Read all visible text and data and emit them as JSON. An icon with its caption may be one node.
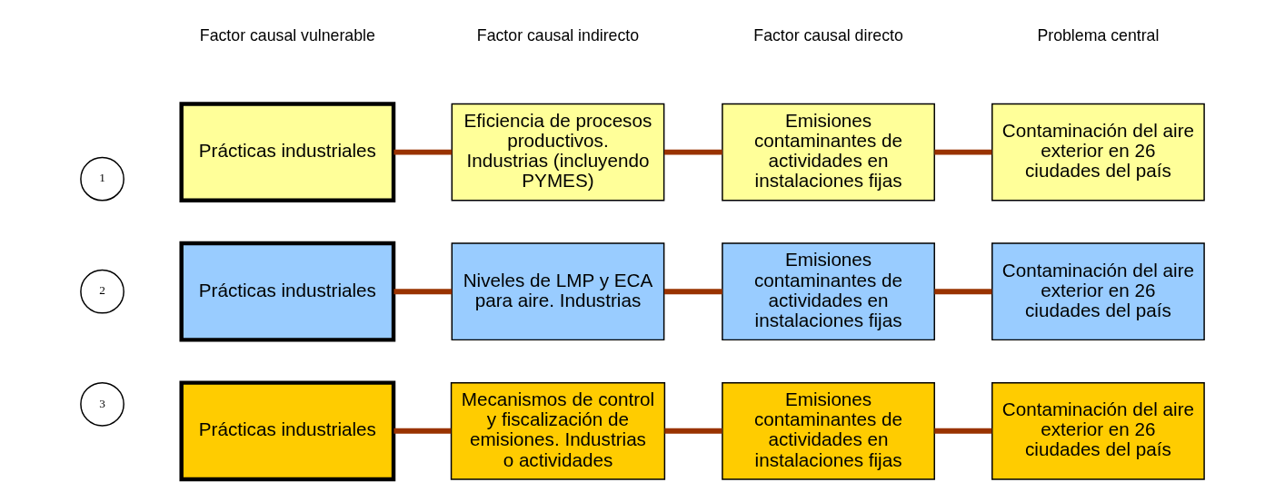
{
  "diagram": {
    "nodes": [
      {
        "text": [
          "1"
        ]
      },
      {
        "text": [
          "Prácticas industriales"
        ]
      },
      {
        "text": [
          "Eficiencia de procesos productivos. Industrias (incluyendo PYMES)"
        ]
      },
      {
        "text": [
          "Emisiones contaminantes de actividades en instalaciones fijas"
        ]
      },
      {
        "text": [
          "Contaminación del aire exterior en 26 ciudades del país"
        ]
      },
      {
        "text": [
          "2"
        ]
      },
      {
        "text": [
          "Prácticas industriales"
        ]
      },
      {
        "text": [
          "Niveles de LMP y ECA para aire. Industrias"
        ]
      },
      {
        "text": [
          "Emisiones contaminantes de actividades en instalaciones fijas"
        ]
      },
      {
        "text": [
          "Contaminación del aire exterior en 26 ciudades del país"
        ]
      },
      {
        "text": [
          "3"
        ]
      },
      {
        "text": [
          "Prácticas industriales"
        ]
      },
      {
        "text": [
          "Mecanismos de control y fiscalización de emisiones. Industrias o actividades"
        ]
      },
      {
        "text": [
          "Emisiones contaminantes de actividades en instalaciones fijas"
        ]
      },
      {
        "text": [
          "Contaminación del aire exterior en 26 ciudades del país"
        ]
      }
    ],
    "edges": [
      {
        "from": 1,
        "to": 2,
        "arrow": "none"
      },
      {
        "from": 2,
        "to": 3,
        "arrow": "none"
      },
      {
        "from": 3,
        "to": 4,
        "arrow": "none"
      },
      {
        "from": 6,
        "to": 7,
        "arrow": "none"
      },
      {
        "from": 7,
        "to": 8,
        "arrow": "none"
      },
      {
        "from": 8,
        "to": 9,
        "arrow": "none"
      },
      {
        "from": 11,
        "to": 12,
        "arrow": "none"
      },
      {
        "from": 12,
        "to": 13,
        "arrow": "none"
      },
      {
        "from": 13,
        "to": 14,
        "arrow": "none"
      }
    ],
    "labels": [
      "Factor causal vulnerable",
      "Factor causal indirecto",
      "Factor causal directo",
      "Problema central"
    ]
  }
}
